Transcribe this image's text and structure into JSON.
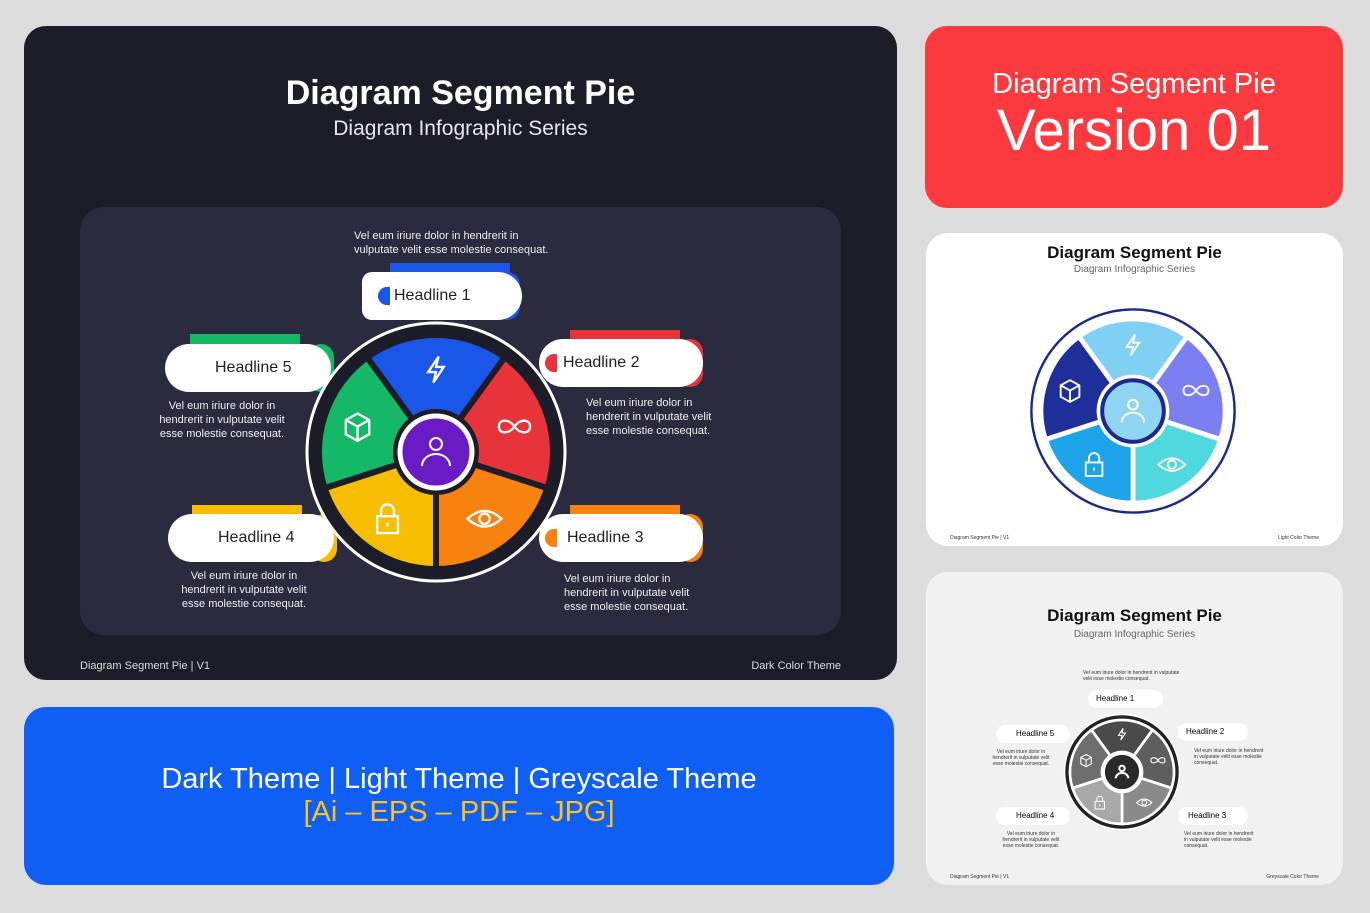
{
  "dark": {
    "title": "Diagram Segment Pie",
    "subtitle": "Diagram Infographic Series",
    "footer_left": "Diagram Segment Pie | V1",
    "footer_right": "Dark Color Theme",
    "items": [
      {
        "headline": "Headline 1",
        "text": "Vel eum iriure dolor in hendrerit in vulputate velit esse molestie consequat.",
        "color": "#1a57e8",
        "icon": "bolt-icon"
      },
      {
        "headline": "Headline 2",
        "text": "Vel eum iriure dolor in hendrerit in vulputate velit esse molestie consequat.",
        "color": "#e8333a",
        "icon": "infinity-icon"
      },
      {
        "headline": "Headline 3",
        "text": "Vel eum iriure dolor in hendrerit in vulputate velit esse molestie consequat.",
        "color": "#f7820f",
        "icon": "eye-icon"
      },
      {
        "headline": "Headline 4",
        "text": "Vel eum iriure dolor in hendrerit in vulputate velit esse molestie consequat.",
        "color": "#f7bd00",
        "icon": "lock-icon"
      },
      {
        "headline": "Headline 5",
        "text": "Vel eum iriure dolor in hendrerit in vulputate velit esse molestie consequat.",
        "color": "#14b866",
        "icon": "cube-icon"
      }
    ],
    "hub_color": "#6a1bc4"
  },
  "version": {
    "line1": "Diagram Segment Pie",
    "line2": "Version 01"
  },
  "light": {
    "title": "Diagram Segment Pie",
    "subtitle": "Diagram Infographic Series",
    "footer_left": "Diagram Segment Pie | V1",
    "footer_right": "Light Color Theme",
    "colors": [
      "#7fd0f3",
      "#7b7ff0",
      "#4fd9de",
      "#1da3e8",
      "#1e2f9a"
    ],
    "hub_color": "#8fd4f2"
  },
  "grey": {
    "title": "Diagram Segment Pie",
    "subtitle": "Diagram Infographic Series",
    "footer_left": "Diagram Segment Pie | V1",
    "footer_right": "Greyscale Color Theme",
    "colors": [
      "#4a4a4a",
      "#5e5e5e",
      "#8a8a8a",
      "#a8a8a8",
      "#6e6e6e"
    ],
    "hub_color": "#2a2a2a",
    "headlines": [
      "Headline 1",
      "Headline 2",
      "Headline 3",
      "Headline 4",
      "Headline 5"
    ],
    "text": "Vel eum iriure dolor in hendrerit in vulputate velit esse molestie consequat."
  },
  "banner": {
    "themes": "Dark Theme | Light Theme | Greyscale Theme",
    "formats": "[Ai – EPS – PDF – JPG]"
  }
}
